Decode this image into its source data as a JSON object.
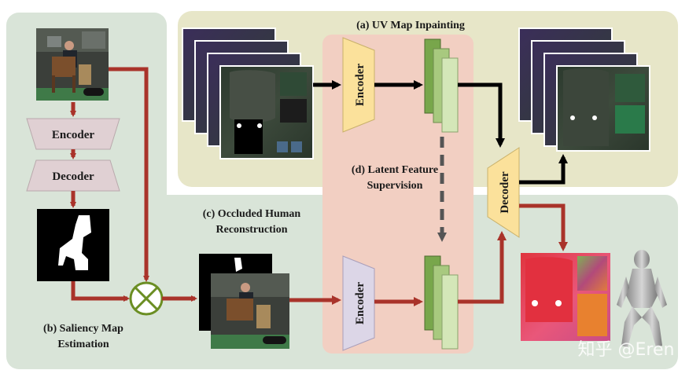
{
  "sections": {
    "uv_map": {
      "label": "(a) UV Map Inpainting"
    },
    "saliency": {
      "label_line1": "(b) Saliency Map",
      "label_line2": "Estimation"
    },
    "occluded": {
      "label_line1": "(c) Occluded Human",
      "label_line2": "Reconstruction"
    },
    "latent": {
      "label_line1": "(d) Latent  Feature",
      "label_line2": "Supervision"
    }
  },
  "blocks": {
    "saliency_encoder": "Encoder",
    "saliency_decoder": "Decoder",
    "uv_encoder": "Encoder",
    "occluded_encoder": "Encoder",
    "shared_decoder": "Decoder"
  },
  "watermark": "知乎 @Eren",
  "colors": {
    "panel_green": "#d9e4d8",
    "panel_yellow": "#e7e6c8",
    "panel_pink": "#f2cfc2",
    "arrow_red": "#a9332a",
    "arrow_black": "#000000",
    "encoder_yellow": "#fbe19b",
    "encoder_lavender": "#dcd6e7",
    "saliency_block": "#e0d0d3",
    "feature_green_dark": "#78a64b",
    "feature_green_mid": "#a8c97f",
    "feature_green_light": "#d4e7b8",
    "fusion_ring": "#6b8e23"
  }
}
